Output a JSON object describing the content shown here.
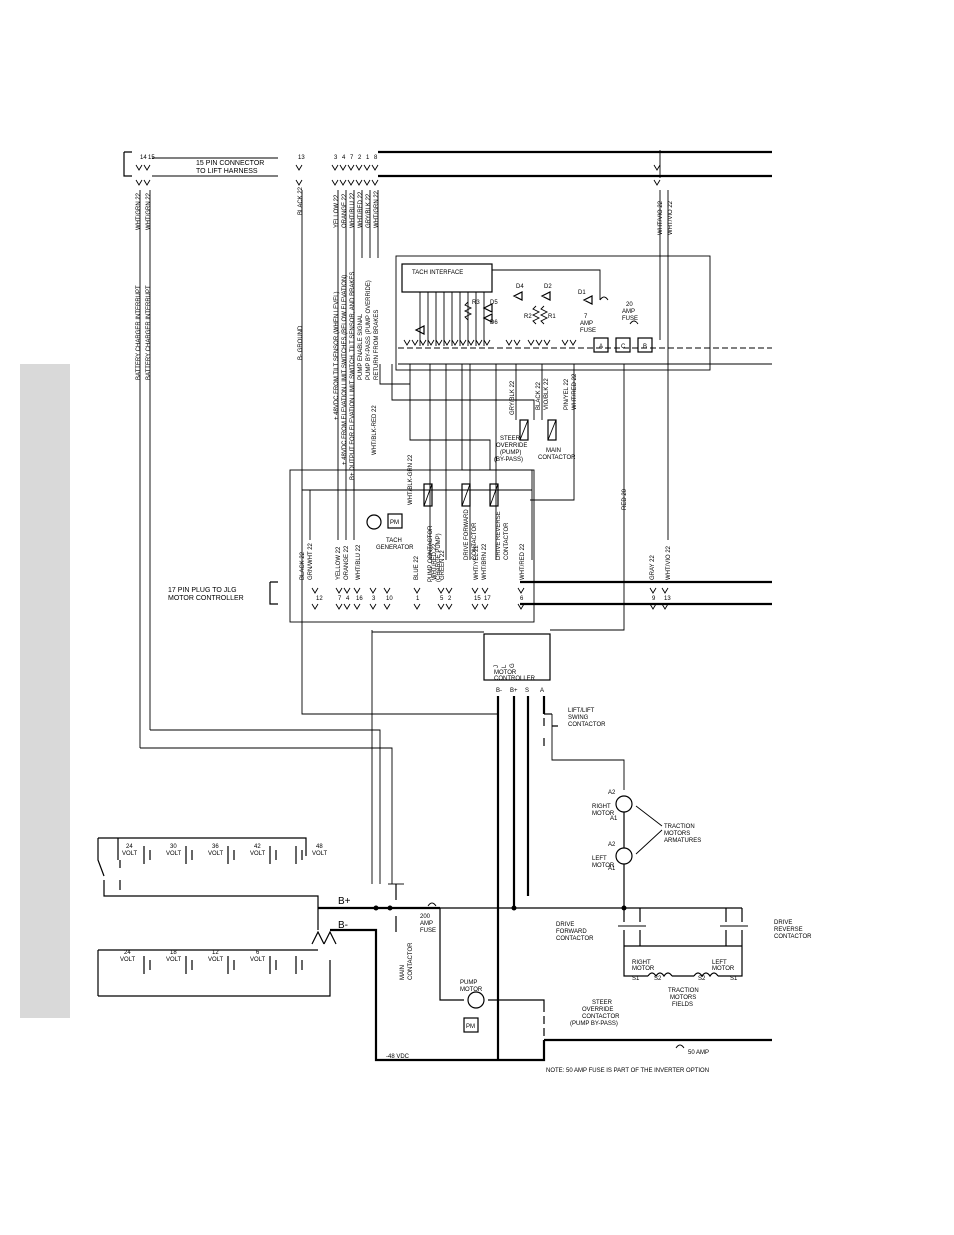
{
  "connectors": {
    "lift_harness": {
      "label": [
        "15 PIN CONNECTOR",
        "TO LIFT HARNESS"
      ],
      "pins": [
        "14",
        "15",
        "13",
        "3",
        "4",
        "7",
        "2",
        "1",
        "8"
      ]
    },
    "jlg_plug": {
      "label": [
        "17 PIN PLUG TO JLG",
        "MOTOR CONTROLLER"
      ],
      "pins": [
        "12",
        "7",
        "4",
        "16",
        "3",
        "10",
        "1",
        "5",
        "2",
        "15",
        "17",
        "6",
        "9",
        "13"
      ]
    }
  },
  "harness_wires": [
    "BATTERY CHARGER INTERRUPT",
    "BATTERY CHARGER INTERRUPT",
    "B- GROUND",
    "+ 48VDC FROM TILT SENSOR (WHEN LEVEL)",
    "+ 48VDC FROM ELEVATION LIMIT SWITCHES (BELOW ELEVATION)",
    "B+ OUTPUT FOR ELEVATION LIMIT SWITCH, TILT SENSOR, AND BRAKES",
    "PUMP ENABLE SIGNAL",
    "PUMP BY-PASS (PUMP OVERRIDE)",
    "RETURN FROM BRAKES"
  ],
  "harness_colors": [
    "WHT/GRN 22",
    "WHT/GRN 22",
    "BLACK 22",
    "YELLOW 22",
    "ORANGE 22",
    "WHT/BLU 22",
    "WHT/RED 22",
    "GRY/BLK 22",
    "WHT/GRN 22",
    "WHT/VIO 22",
    "WHT/VIO 22"
  ],
  "interface_colors": [
    "WHT/BLK-RED 22",
    "WHT/BLK-GRN 22",
    "GRY/BLK 22",
    "BLACK 22",
    "VIO/BLK 22",
    "PIN/YEL 22",
    "WHT/RED 22"
  ],
  "plug_colors": [
    "BLACK 22",
    "GRN/WHT 22",
    "YELLOW 22",
    "ORANGE 22",
    "WHT/BLU 22",
    "BLUE 22",
    "WHT/RED 22",
    "GREEN 22",
    "WHT/YEL 22",
    "WHT/BRN 22",
    "WHT/RED 22",
    "RED 20",
    "GRAY 22",
    "WHT/VIO 22"
  ],
  "components": {
    "tach_interface": "TACH INTERFACE",
    "tach_generator": [
      "TACH",
      "GENERATOR"
    ],
    "pm": "PM",
    "diodes": [
      "D4",
      "D2",
      "D1",
      "D5",
      "D6"
    ],
    "resistors": [
      "R3",
      "R2",
      "R1"
    ],
    "fuse_7": [
      "7",
      "AMP",
      "FUSE"
    ],
    "fuse_20": [
      "20",
      "AMP",
      "FUSE"
    ],
    "fuse_terminals": [
      "A",
      "C",
      "B"
    ],
    "steer_override_top": [
      "STEER",
      "OVERRIDE",
      "(PUMP)",
      "(BY-PASS)"
    ],
    "main_contactor_top": [
      "MAIN",
      "CONTACTOR"
    ],
    "pump_contactor": [
      "PUMP CONTACTOR",
      "(CHARGE PUMP)"
    ],
    "drive_forward": [
      "DRIVE FORWARD",
      "CONTACTOR"
    ],
    "drive_reverse": [
      "DRIVE REVERSE",
      "CONTACTOR"
    ],
    "motor_controller": [
      "J",
      "L",
      "G",
      "MOTOR",
      "CONTROLLER"
    ],
    "controller_terminals": [
      "B-",
      "B+",
      "S",
      "A"
    ],
    "lift_swing": [
      "LIFT/LIFT",
      "SWING",
      "CONTACTOR"
    ],
    "right_motor": [
      "RIGHT",
      "MOTOR"
    ],
    "left_motor": [
      "LEFT",
      "MOTOR"
    ],
    "armature_terms": [
      "A2",
      "A1",
      "A2",
      "A1"
    ],
    "traction_armatures": [
      "TRACTION",
      "MOTORS",
      "ARMATURES"
    ],
    "drive_forward_main": [
      "DRIVE",
      "FORWARD",
      "CONTACTOR"
    ],
    "drive_reverse_main": [
      "DRIVE",
      "REVERSE",
      "CONTACTOR"
    ],
    "field_terms": [
      "S1",
      "S2",
      "S2",
      "S1"
    ],
    "traction_fields": [
      "TRACTION",
      "MOTORS",
      "FIELDS"
    ],
    "main_contactor": [
      "MAIN",
      "CONTACTOR"
    ],
    "fuse_200": [
      "200",
      "AMP",
      "FUSE"
    ],
    "pump_motor": [
      "PUMP",
      "MOTOR"
    ],
    "steer_override_main": [
      "STEER",
      "OVERRIDE",
      "CONTACTOR",
      "(PUMP BY-PASS)"
    ],
    "b_plus": "B+",
    "b_minus": "B-",
    "vdc": "-48 VDC",
    "fuse_50": "50 AMP",
    "note": "NOTE: 50 AMP FUSE IS PART OF THE INVERTER OPTION"
  },
  "batteries_top": [
    "24",
    "30",
    "36",
    "42",
    "48"
  ],
  "batteries_bottom": [
    "24",
    "18",
    "12",
    "6"
  ],
  "volt_word": "VOLT"
}
